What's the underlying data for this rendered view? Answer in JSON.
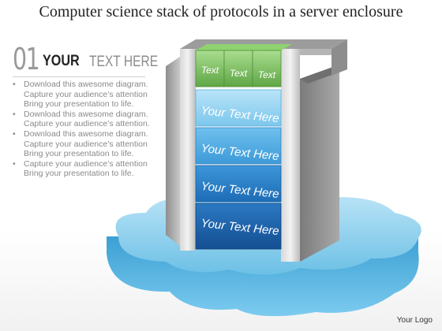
{
  "title": "Computer science stack of protocols in a server enclosure",
  "heading": {
    "number": "01",
    "bold": "YOUR",
    "light": "TEXT HERE"
  },
  "bullets": [
    "Download this awesome diagram. Capture your audience’s attention Bring your presentation to life.",
    "Download this awesome diagram. Capture your audience’s attention.",
    "Download this awesome diagram. Capture your audience’s attention Bring your presentation to life.",
    "Capture your audience’s attention Bring your presentation to life."
  ],
  "stack": {
    "top_cells": [
      "Text",
      "Text",
      "Text"
    ],
    "layers": [
      "Your Text Here",
      "Your Text Here",
      "Your Text Here",
      "Your Text Here"
    ]
  },
  "logo": "Your Logo",
  "colors": {
    "green": "#7cc062",
    "blue_light": "#8fd0ef",
    "blue_mid": "#4fa6dc",
    "blue_dark": "#1f6fb8",
    "blue_darkest": "#1a5da3",
    "cloud": "#5fb7de",
    "server_gray": "#bdbdbd"
  }
}
